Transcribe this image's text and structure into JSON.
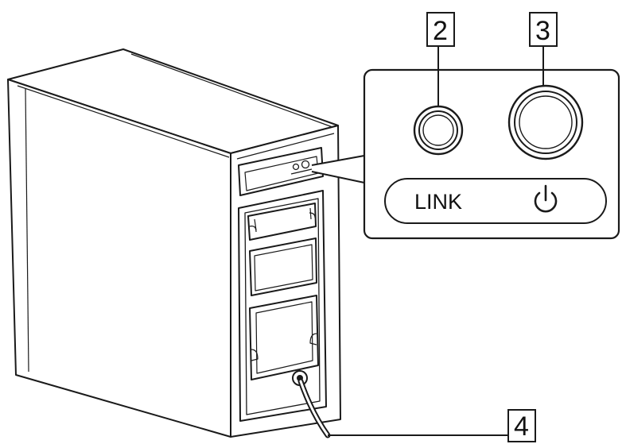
{
  "callouts": {
    "link_button_number": "2",
    "power_button_number": "3",
    "cable_number": "4"
  },
  "panel": {
    "link_label": "LINK",
    "power_symbol": "power-icon"
  },
  "colors": {
    "line": "#1a1a1a",
    "fill": "#ffffff",
    "panel_bg": "#f2f2f2"
  }
}
